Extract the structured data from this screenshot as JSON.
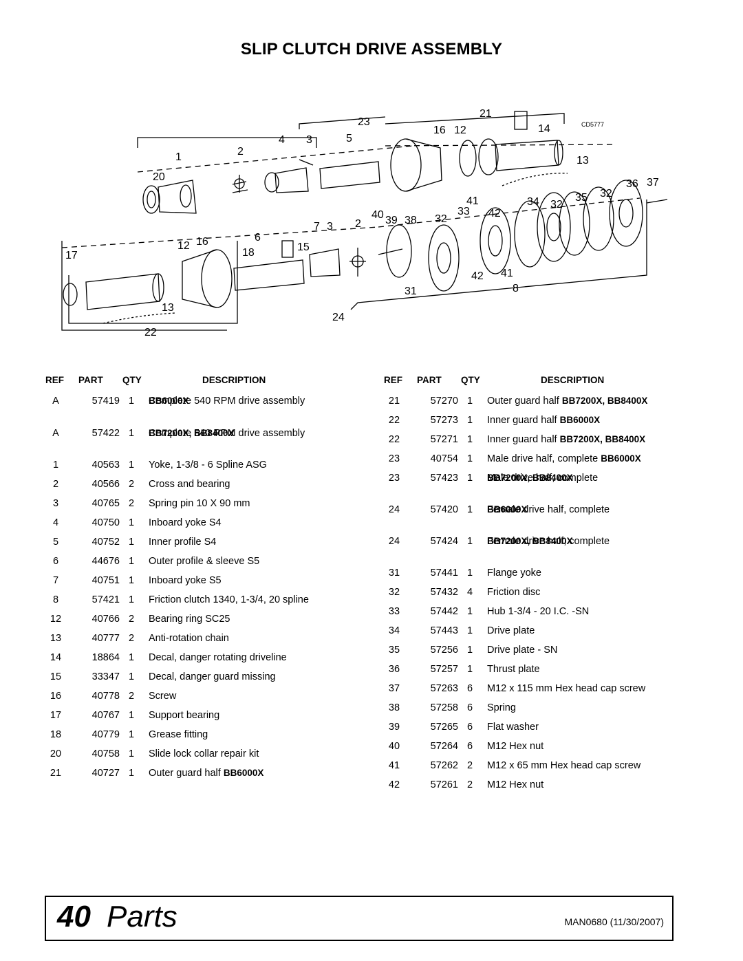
{
  "title": "SLIP CLUTCH DRIVE ASSEMBLY",
  "diagram": {
    "code": "CD5777",
    "labels": [
      "1",
      "2",
      "3",
      "4",
      "5",
      "20",
      "23",
      "21",
      "16",
      "12",
      "14",
      "13",
      "36",
      "37",
      "32",
      "35",
      "34",
      "32",
      "41",
      "42",
      "33",
      "32",
      "38",
      "39",
      "40",
      "2",
      "3",
      "7",
      "6",
      "16",
      "12",
      "17",
      "18",
      "15",
      "13",
      "22",
      "24",
      "31",
      "8",
      "42",
      "41"
    ]
  },
  "headers": {
    "ref": "REF",
    "part": "PART",
    "qty": "QTY",
    "description": "DESCRIPTION"
  },
  "left_rows": [
    {
      "ref": "A",
      "part": "57419",
      "qty": "1",
      "desc": "Complete 540 RPM drive assembly",
      "bold": "BB6000X"
    },
    {
      "ref": "A",
      "part": "57422",
      "qty": "1",
      "desc": "Complete 540 RPM drive assembly",
      "bold": "BB7200X, BB8400X"
    },
    {
      "ref": "1",
      "part": "40563",
      "qty": "1",
      "desc": "Yoke, 1-3/8 - 6 Spline ASG"
    },
    {
      "ref": "2",
      "part": "40566",
      "qty": "2",
      "desc": "Cross and bearing"
    },
    {
      "ref": "3",
      "part": "40765",
      "qty": "2",
      "desc": "Spring pin 10 X 90 mm"
    },
    {
      "ref": "4",
      "part": "40750",
      "qty": "1",
      "desc": "Inboard yoke S4"
    },
    {
      "ref": "5",
      "part": "40752",
      "qty": "1",
      "desc": "Inner profile S4"
    },
    {
      "ref": "6",
      "part": "44676",
      "qty": "1",
      "desc": "Outer profile & sleeve S5"
    },
    {
      "ref": "7",
      "part": "40751",
      "qty": "1",
      "desc": "Inboard yoke S5"
    },
    {
      "ref": "8",
      "part": "57421",
      "qty": "1",
      "desc": "Friction clutch 1340, 1-3/4, 20 spline"
    },
    {
      "ref": "12",
      "part": "40766",
      "qty": "2",
      "desc": "Bearing ring SC25"
    },
    {
      "ref": "13",
      "part": "40777",
      "qty": "2",
      "desc": "Anti-rotation chain"
    },
    {
      "ref": "14",
      "part": "18864",
      "qty": "1",
      "desc": "Decal, danger rotating driveline"
    },
    {
      "ref": "15",
      "part": "33347",
      "qty": "1",
      "desc": "Decal, danger guard missing"
    },
    {
      "ref": "16",
      "part": "40778",
      "qty": "2",
      "desc": "Screw"
    },
    {
      "ref": "17",
      "part": "40767",
      "qty": "1",
      "desc": "Support bearing"
    },
    {
      "ref": "18",
      "part": "40779",
      "qty": "1",
      "desc": "Grease fitting"
    },
    {
      "ref": "20",
      "part": "40758",
      "qty": "1",
      "desc": "Slide lock collar repair kit"
    },
    {
      "ref": "21",
      "part": "40727",
      "qty": "1",
      "desc": "Outer guard half",
      "inline": "BB6000X"
    }
  ],
  "right_rows": [
    {
      "ref": "21",
      "part": "57270",
      "qty": "1",
      "desc": "Outer guard half",
      "inline": "BB7200X, BB8400X"
    },
    {
      "ref": "22",
      "part": "57273",
      "qty": "1",
      "desc": "Inner guard half",
      "inline": "BB6000X"
    },
    {
      "ref": "22",
      "part": "57271",
      "qty": "1",
      "desc": "Inner guard half",
      "inline": "BB7200X, BB8400X"
    },
    {
      "ref": "23",
      "part": "40754",
      "qty": "1",
      "desc": "Male drive half, complete",
      "inline": "BB6000X"
    },
    {
      "ref": "23",
      "part": "57423",
      "qty": "1",
      "desc": "Male drive half, complete",
      "bold": "BB7200X, BB8400X"
    },
    {
      "ref": "24",
      "part": "57420",
      "qty": "1",
      "desc": "Female drive half, complete",
      "bold": "BB6000X"
    },
    {
      "ref": "24",
      "part": "57424",
      "qty": "1",
      "desc": "Female drive half, complete",
      "bold": "BB7200X, BB8400X"
    },
    {
      "ref": "31",
      "part": "57441",
      "qty": "1",
      "desc": "Flange yoke"
    },
    {
      "ref": "32",
      "part": "57432",
      "qty": "4",
      "desc": "Friction disc"
    },
    {
      "ref": "33",
      "part": "57442",
      "qty": "1",
      "desc": "Hub 1-3/4 - 20 I.C. -SN"
    },
    {
      "ref": "34",
      "part": "57443",
      "qty": "1",
      "desc": "Drive plate"
    },
    {
      "ref": "35",
      "part": "57256",
      "qty": "1",
      "desc": "Drive plate - SN"
    },
    {
      "ref": "36",
      "part": "57257",
      "qty": "1",
      "desc": "Thrust plate"
    },
    {
      "ref": "37",
      "part": "57263",
      "qty": "6",
      "desc": "M12 x 115 mm Hex head cap screw"
    },
    {
      "ref": "38",
      "part": "57258",
      "qty": "6",
      "desc": "Spring"
    },
    {
      "ref": "39",
      "part": "57265",
      "qty": "6",
      "desc": "Flat washer"
    },
    {
      "ref": "40",
      "part": "57264",
      "qty": "6",
      "desc": "M12 Hex nut"
    },
    {
      "ref": "41",
      "part": "57262",
      "qty": "2",
      "desc": "M12 x 65 mm Hex head cap screw"
    },
    {
      "ref": "42",
      "part": "57261",
      "qty": "2",
      "desc": "M12 Hex nut"
    }
  ],
  "footer": {
    "page_number": "40",
    "section": "Parts",
    "doc_id": "MAN0680 (11/30/2007)"
  }
}
